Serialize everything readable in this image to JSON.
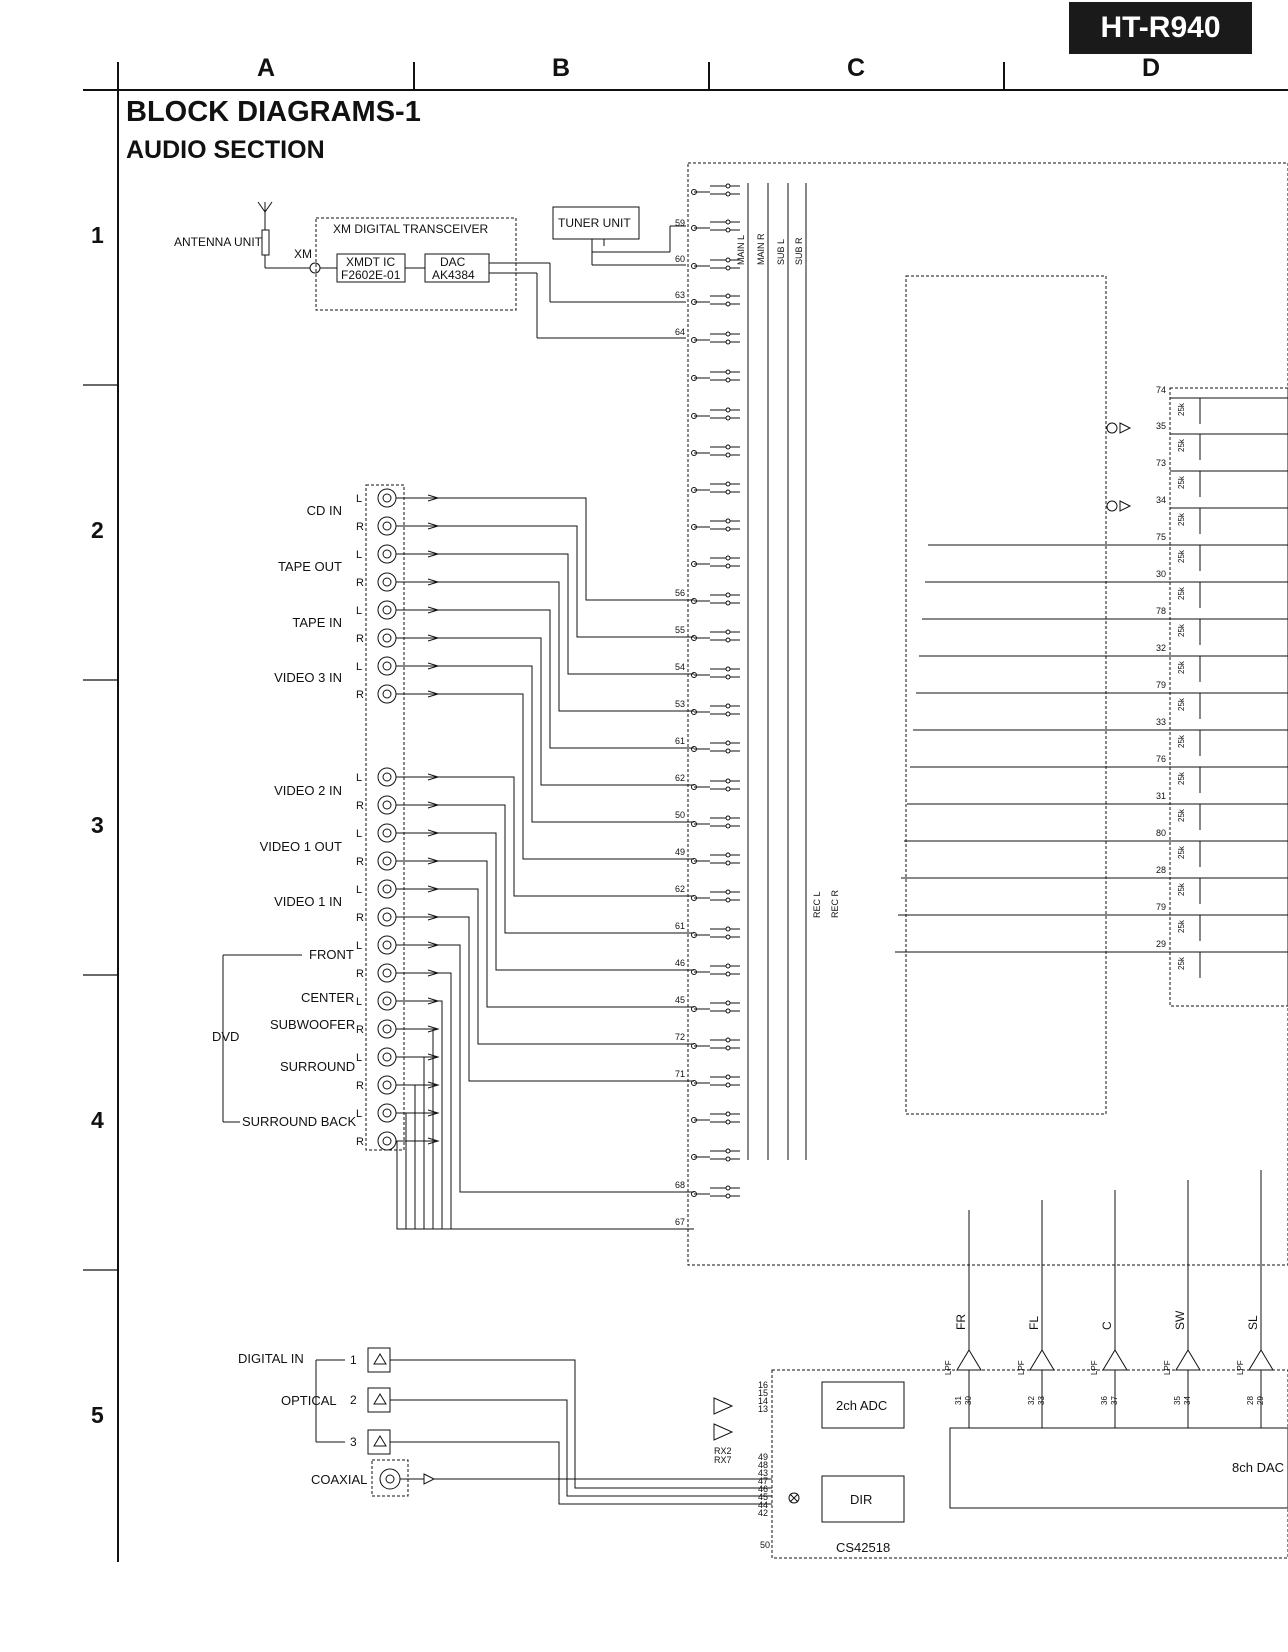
{
  "header": {
    "model": "HT-R940"
  },
  "grid": {
    "columns": [
      "A",
      "B",
      "C",
      "D"
    ],
    "rows": [
      "1",
      "2",
      "3",
      "4",
      "5"
    ]
  },
  "title": "BLOCK DIAGRAMS-1",
  "subtitle": "AUDIO SECTION",
  "antenna": {
    "label": "ANTENNA  UNIT",
    "xm": "XM"
  },
  "xm_transceiver": {
    "title": "XM DIGITAL TRANSCEIVER",
    "xmdt_l1": "XMDT IC",
    "xmdt_l2": "F2602E-01",
    "dac_l1": "DAC",
    "dac_l2": "AK4384"
  },
  "tuner": "TUNER UNIT",
  "inputs": [
    {
      "name": "CD IN"
    },
    {
      "name": "TAPE OUT"
    },
    {
      "name": "TAPE IN"
    },
    {
      "name": "VIDEO 3 IN"
    },
    {
      "name": "VIDEO 2 IN"
    },
    {
      "name": "VIDEO 1 OUT"
    },
    {
      "name": "VIDEO 1 IN"
    }
  ],
  "dvd": {
    "label": "DVD",
    "front": "FRONT",
    "center": "CENTER",
    "subwoofer": "SUBWOOFER",
    "surround": "SURROUND",
    "surround_back": "SURROUND BACK"
  },
  "lr": {
    "l": "L",
    "r": "R"
  },
  "bus_labels": [
    "MAIN L",
    "MAIN R",
    "SUB L",
    "SUB R"
  ],
  "rec_labels": [
    "REC L",
    "REC R"
  ],
  "selector_pins": [
    "59",
    "60",
    "63",
    "64",
    "56",
    "55",
    "54",
    "53",
    "61",
    "62",
    "50",
    "49",
    "62",
    "61",
    "46",
    "45",
    "72",
    "71",
    "68",
    "67"
  ],
  "resistor_pins": [
    "74",
    "35",
    "73",
    "34",
    "75",
    "30",
    "78",
    "32",
    "79",
    "33",
    "76",
    "31",
    "80",
    "28",
    "79",
    "29"
  ],
  "resistor_value": "25k",
  "digital": {
    "label": "DIGITAL IN",
    "optical": "OPTICAL",
    "coaxial": "COAXIAL",
    "ports": [
      "1",
      "2",
      "3"
    ]
  },
  "cs": {
    "adc": "2ch ADC",
    "dir": "DIR",
    "chip": "CS42518",
    "rx": [
      "RX2",
      "RX7"
    ],
    "adc_pins": [
      "16",
      "15",
      "14",
      "13"
    ],
    "dir_pins": [
      "49",
      "48",
      "43",
      "47",
      "46",
      "45",
      "44",
      "42"
    ],
    "pin50": "50"
  },
  "dac8": {
    "label": "8ch DAC"
  },
  "lpf": {
    "label": "LPF",
    "channels": [
      {
        "name": "FR",
        "pins": [
          "31",
          "30"
        ]
      },
      {
        "name": "FL",
        "pins": [
          "32",
          "33"
        ]
      },
      {
        "name": "C",
        "pins": [
          "36",
          "37"
        ]
      },
      {
        "name": "SW",
        "pins": [
          "35",
          "34"
        ]
      },
      {
        "name": "SL",
        "pins": [
          "28",
          "29"
        ]
      }
    ]
  }
}
